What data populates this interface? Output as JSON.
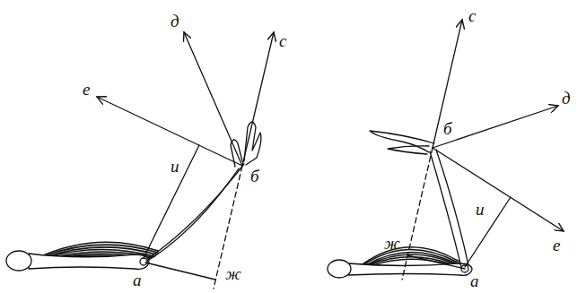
{
  "diagram": {
    "labels": [
      "д",
      "с",
      "е",
      "и",
      "б",
      "а",
      "ж",
      "с",
      "д",
      "б",
      "и",
      "е",
      "ж",
      "а"
    ]
  }
}
